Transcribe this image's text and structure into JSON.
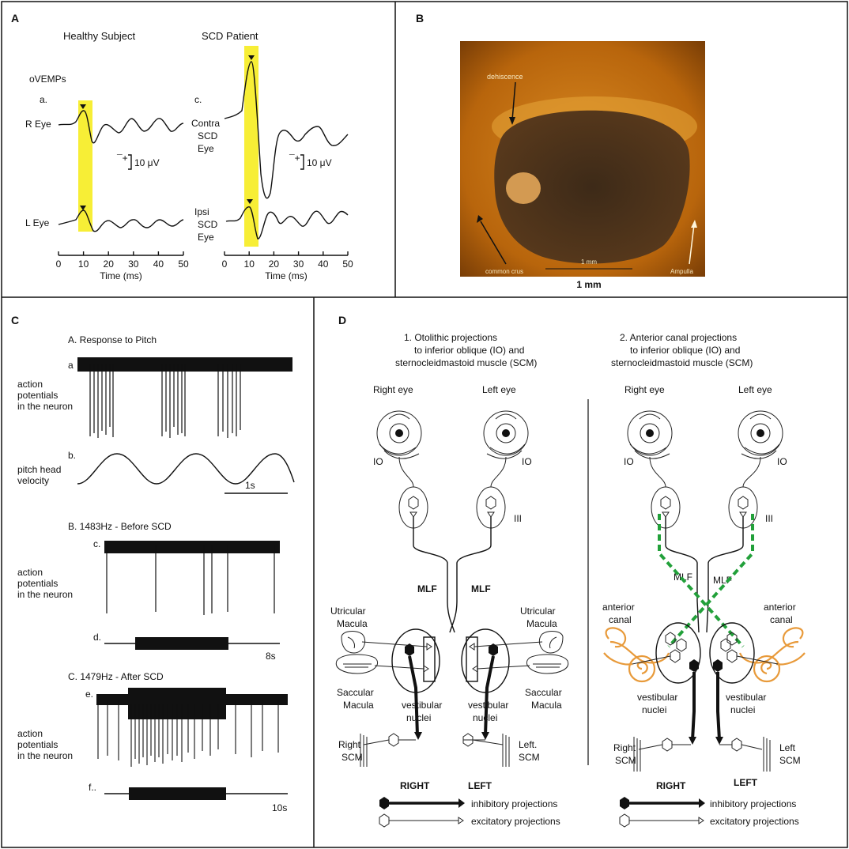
{
  "panels": {
    "A": {
      "letter": "A",
      "healthy_title": "Healthy  Subject",
      "scd_title": "SCD Patient",
      "ovemps": "oVEMPs",
      "sub_a": "a.",
      "sub_c": "c.",
      "r_eye": "R Eye",
      "l_eye": "L Eye",
      "contra": [
        "Contra",
        "SCD",
        "Eye"
      ],
      "ipsi": [
        "Ipsi",
        "SCD",
        "Eye"
      ],
      "scale_label": "10 μV",
      "scale_sign": "¯+",
      "axis_ticks": [
        "0",
        "10",
        "20",
        "30",
        "40",
        "50"
      ],
      "axis_label": "Time (ms)",
      "highlight_color": "#f7ee36"
    },
    "B": {
      "letter": "B",
      "dehiscence": "dehiscence",
      "common_crus": "common crus",
      "ampulla": "Ampulla",
      "scale_inner": "1 mm",
      "scale_outer": "1 mm",
      "photo_colors": {
        "bg": "#c8740f",
        "hole": "#4a3520",
        "rim": "#e8a83a"
      }
    },
    "C": {
      "letter": "C",
      "title_a": "A. Response to Pitch",
      "sub_a": "a",
      "ap_label": [
        "action",
        "potentials",
        "in the neuron"
      ],
      "sub_b": "b.",
      "pitch_label": [
        "pitch head",
        "velocity"
      ],
      "scale_1s": "1s",
      "title_b": "B. 1483Hz - Before SCD",
      "sub_c": "c.",
      "sub_d": "d.",
      "scale_8s": "8s",
      "title_c": "C. 1479Hz  - After  SCD",
      "sub_e": "e.",
      "sub_f": "f..",
      "scale_10s": "10s"
    },
    "D": {
      "letter": "D",
      "title1": [
        "1.  Otolithic projections",
        "to inferior oblique (IO) and",
        "sternocleidmastoid muscle (SCM)"
      ],
      "title2": [
        "2.  Anterior canal projections",
        "to inferior oblique (IO) and",
        "sternocleidmastoid muscle (SCM)"
      ],
      "right_eye": "Right eye",
      "left_eye": "Left eye",
      "io": "IO",
      "iii": "III",
      "mlf": "MLF",
      "utricular": [
        "Utricular",
        "Macula"
      ],
      "saccular": [
        "Saccular",
        "Macula"
      ],
      "vestibular": [
        "vestibular",
        "nuclei"
      ],
      "right_scm": [
        "Right",
        "SCM"
      ],
      "left_scm1": [
        "Left.",
        "SCM"
      ],
      "left_scm2": [
        "Left",
        "SCM"
      ],
      "anterior_canal": [
        "anterior",
        "canal"
      ],
      "right": "RIGHT",
      "left": "LEFT",
      "inhibitory": "inhibitory projections",
      "excitatory": "excitatory projections",
      "colors": {
        "dashed": "#22a03a",
        "canal": "#e89a3a"
      }
    }
  }
}
